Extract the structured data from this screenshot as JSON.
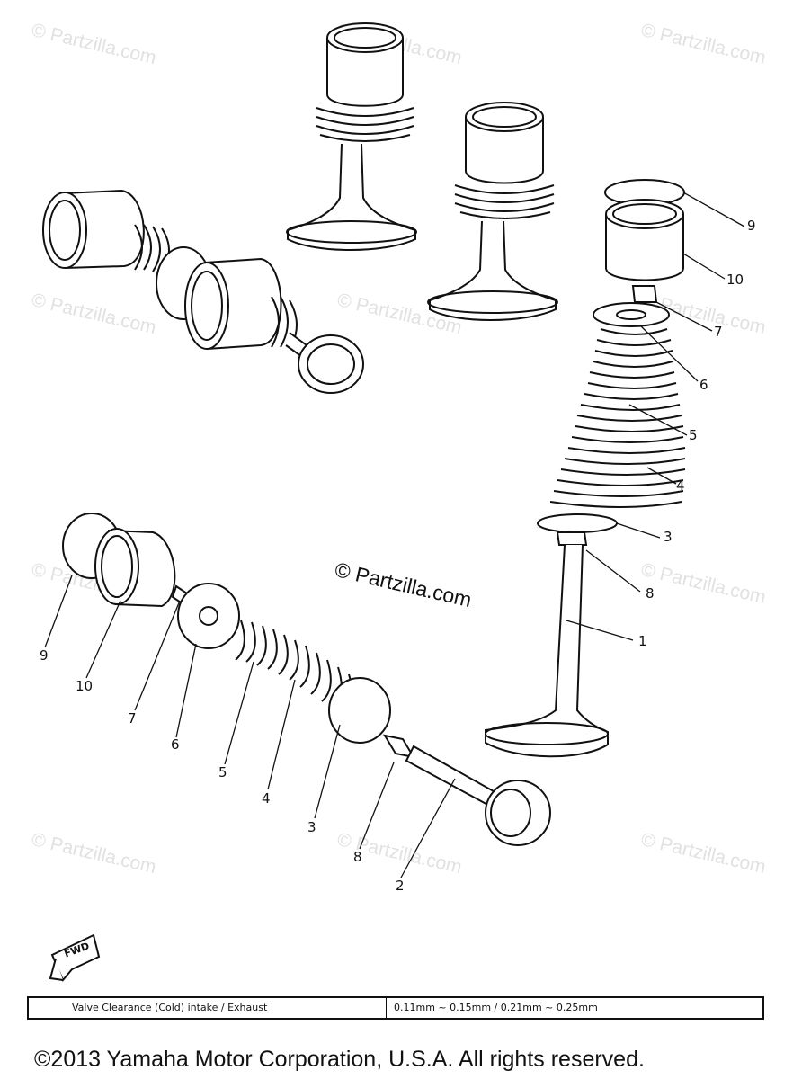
{
  "watermarks": {
    "tile_text": "© Partzilla.com",
    "center_text": "© Partzilla.com"
  },
  "callouts": {
    "upper": {
      "n1": "1",
      "n3": "3",
      "n4": "4",
      "n5": "5",
      "n6": "6",
      "n7": "7",
      "n8": "8",
      "n9": "9",
      "n10": "10"
    },
    "lower": {
      "n2": "2",
      "n3": "3",
      "n4": "4",
      "n5": "5",
      "n6": "6",
      "n7": "7",
      "n8": "8",
      "n9": "9",
      "n10": "10"
    }
  },
  "fwd_marker": "FWD",
  "spec_table": {
    "label": "Valve Clearance (Cold) intake / Exhaust",
    "value": "0.11mm ~ 0.15mm / 0.21mm ~ 0.25mm"
  },
  "copyright": "©2013  Yamaha Motor Corporation, U.S.A. All rights reserved."
}
